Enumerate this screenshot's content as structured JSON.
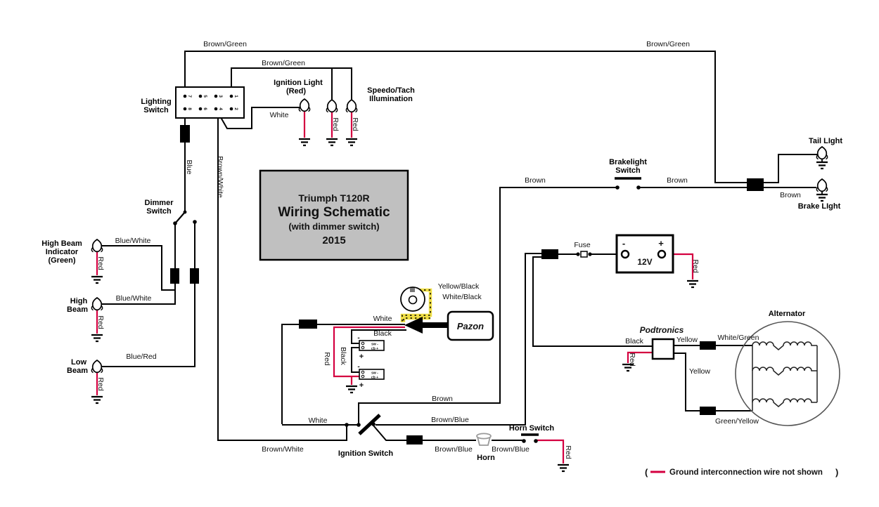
{
  "title_box": {
    "line1": "Triumph T120R",
    "line2": "Wiring Schematic",
    "line3": "(with dimmer switch)",
    "line4": "2015"
  },
  "colors": {
    "wire_red": "#d40040",
    "title_bg": "#c0c0c0",
    "wire_yellow": "#f0df45"
  },
  "wire_colors": {
    "brown_green": "Brown/Green",
    "white": "White",
    "brown_white": "Brown/White",
    "blue": "Blue",
    "blue_white": "Blue/White",
    "blue_red": "Blue/Red",
    "red": "Red",
    "brown": "Brown",
    "brown_blue": "Brown/Blue",
    "black": "Black",
    "yellow": "Yellow",
    "white_green": "White/Green",
    "green_yellow": "Green/Yellow",
    "yellow_black": "Yellow/Black",
    "white_black": "White/Black"
  },
  "components": {
    "lighting_switch": {
      "label1": "Lighting",
      "label2": "Switch",
      "terminals": [
        "7",
        "5",
        "3",
        "1",
        "8",
        "6",
        "4",
        "2"
      ]
    },
    "dimmer_switch": {
      "label1": "Dimmer",
      "label2": "Switch"
    },
    "ignition_light": {
      "label1": "Ignition Light",
      "label2": "(Red)"
    },
    "speedo": {
      "label1": "Speedo/Tach",
      "label2": "Illumination"
    },
    "high_beam_indicator": {
      "label1": "High Beam",
      "label2": "Indicator",
      "label3": "(Green)"
    },
    "high_beam": {
      "label1": "High",
      "label2": "Beam"
    },
    "low_beam": {
      "label1": "Low",
      "label2": "Beam"
    },
    "brakelight_switch": {
      "label1": "Brakelight",
      "label2": "Switch"
    },
    "tail_light": {
      "label": "Tail LIght"
    },
    "brake_light": {
      "label": "Brake LIght"
    },
    "battery": {
      "neg": "-",
      "pos": "+",
      "voltage": "12V"
    },
    "fuse": {
      "label": "Fuse"
    },
    "pazon": {
      "label": "Pazon"
    },
    "podtronics": {
      "label": "Podtronics"
    },
    "alternator": {
      "label": "Alternator"
    },
    "ignition_switch": {
      "label": "Ignition Switch"
    },
    "horn": {
      "label": "Horn"
    },
    "horn_switch": {
      "label": "Horn Switch"
    },
    "coil": {
      "neg": "-",
      "pos": "+",
      "sw": "sw -",
      "cb": "cb +"
    }
  },
  "legend": {
    "open": "(",
    "text": "Ground interconnection wire not shown",
    "close": ")"
  }
}
